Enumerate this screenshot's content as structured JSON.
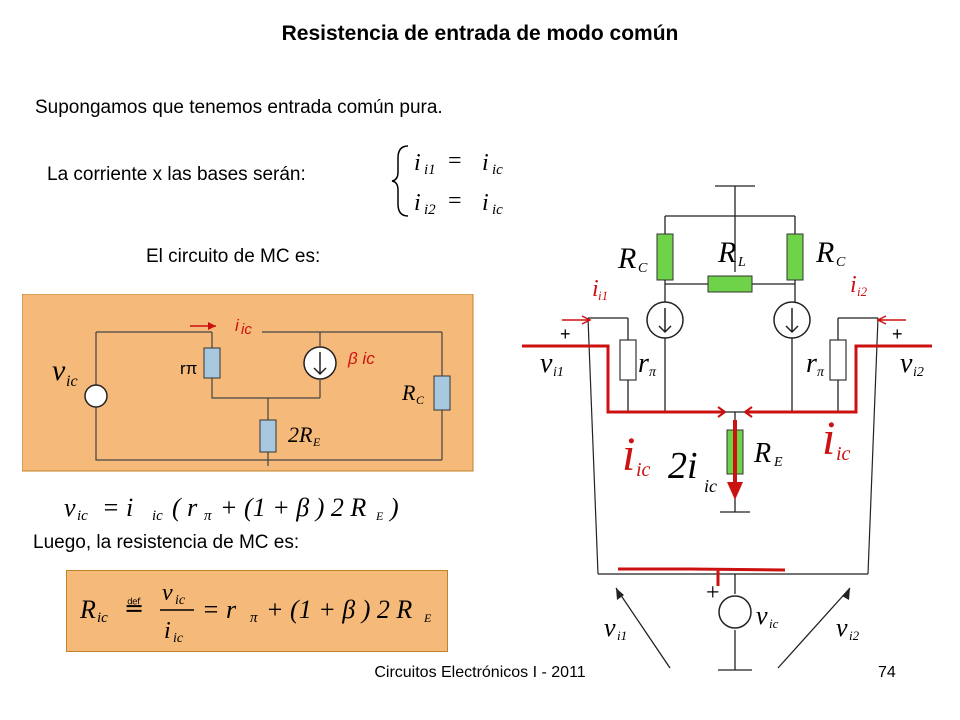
{
  "slide": {
    "title": "Resistencia de entrada de modo común",
    "intro": "Supongamos que tenemos entrada común pura.",
    "base_currents_label": "La corriente x las bases serán:",
    "mc_circuit_label": "El circuito de MC es:",
    "conclusion": "Luego, la resistencia de MC es:",
    "footer": "Circuitos Electrónicos I - 2011",
    "page_number": "74"
  },
  "equations": {
    "ii1": "i",
    "ii1_sub": "i1",
    "ii2_sub": "i2",
    "iic": "i",
    "iic_sub": "ic",
    "equals": "=",
    "vic_main": "v",
    "vic_main_rhs": "= i",
    "vic_main_tail": "( r",
    "vic_main_tail2": "+ (1 + β ) 2 R",
    "vic_main_close": ")",
    "result_lhs": "R",
    "result_symbol": "≝",
    "result_mid": "= r",
    "result_tail": "+ (1 + β ) 2 R",
    "frac_num": "v",
    "frac_den": "i"
  },
  "small_circuit": {
    "vic_label": "v",
    "vic_sub": "ic",
    "current_label": "ic",
    "current_prefix": "i",
    "rpi_label": "rπ",
    "beta_label": "β ic",
    "re_label": "2R",
    "re_sub": "E",
    "rc_label": "R",
    "rc_sub": "C"
  },
  "big_circuit": {
    "rc_left": "R",
    "rc_right": "R",
    "rc_sub": "C",
    "rl": "R",
    "rl_sub": "L",
    "ii1": "i",
    "ii1_sub": "i1",
    "ii2": "i",
    "ii2_sub": "i2",
    "plus_left": "+",
    "plus_right": "+",
    "vi1": "v",
    "vi1_sub": "i1",
    "vi2": "v",
    "vi2_sub": "i2",
    "rpi": "r",
    "rpi_sub": "π",
    "iic_left": "i",
    "iic_right": "i",
    "iic_sub": "ic",
    "two_iic": "2i",
    "re": "R",
    "re_sub": "E",
    "src_plus": "+",
    "vic": "v",
    "vic_sub": "ic",
    "bottom_vi1": "v",
    "bottom_vi1_sub": "i1",
    "bottom_vi2": "v",
    "bottom_vi2_sub": "i2"
  },
  "colors": {
    "orange_fill": "#f5b97a",
    "resistor_blue": "#a8c8e0",
    "resistor_green": "#6fd34a",
    "red": "#cc1111"
  }
}
